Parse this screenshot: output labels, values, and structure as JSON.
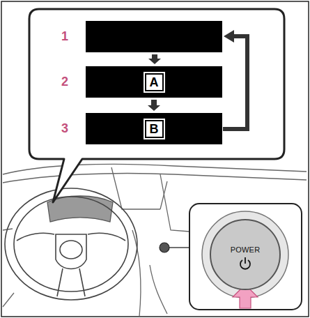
{
  "diagram": {
    "nodes": [
      {
        "text": [
          "A"
        ]
      },
      {
        "text": [
          "B"
        ]
      },
      {
        "text": [
          "POWER"
        ]
      }
    ],
    "edges": [
      {
        "from": 0,
        "to": 1,
        "arrow": "to"
      }
    ],
    "labels": [
      "1",
      "2",
      "3"
    ]
  }
}
